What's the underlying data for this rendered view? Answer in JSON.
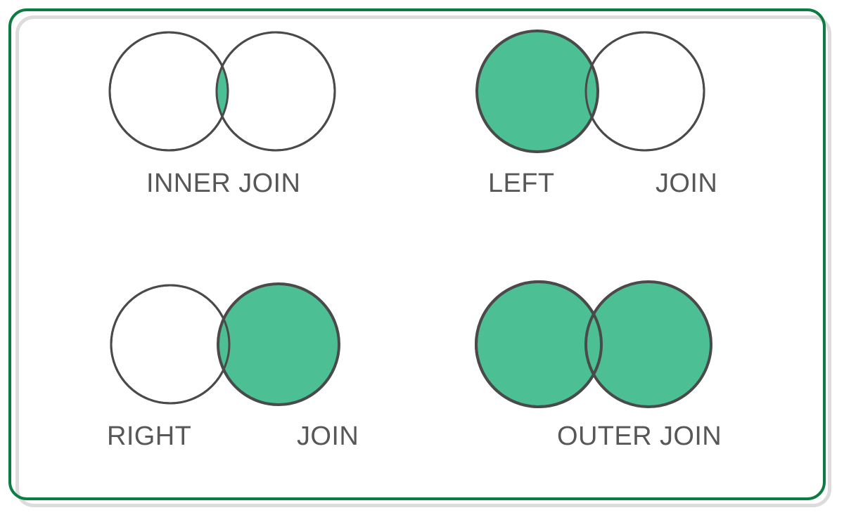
{
  "figure": {
    "title": "SQL JOIN Venn diagrams",
    "background_color": "#ffffff",
    "frame_border_color": "#0c7c43",
    "frame_shadow_color": "#dcdcdc",
    "fill_color": "#4cbf95",
    "stroke_color": "#4a4a4a",
    "label_color": "#575757",
    "empty_fill_color": "#ffffff"
  },
  "panels": [
    {
      "id": "inner-join",
      "label": "INNER JOIN",
      "label_parts": [
        "INNER JOIN"
      ],
      "highlight": "intersection",
      "left_circle_filled": false,
      "right_circle_filled": false,
      "intersection_filled": true
    },
    {
      "id": "left-join",
      "label": "LEFT JOIN",
      "label_parts": [
        "LEFT",
        "JOIN"
      ],
      "highlight": "left-circle-and-intersection",
      "left_circle_filled": true,
      "right_circle_filled": false,
      "intersection_filled": true
    },
    {
      "id": "right-join",
      "label": "RIGHT JOIN",
      "label_parts": [
        "RIGHT",
        "JOIN"
      ],
      "highlight": "right-circle-and-intersection",
      "left_circle_filled": false,
      "right_circle_filled": true,
      "intersection_filled": true
    },
    {
      "id": "outer-join",
      "label": "OUTER JOIN",
      "label_parts": [
        "OUTER JOIN"
      ],
      "highlight": "both-circles-and-intersection",
      "left_circle_filled": true,
      "right_circle_filled": true,
      "intersection_filled": true
    }
  ]
}
